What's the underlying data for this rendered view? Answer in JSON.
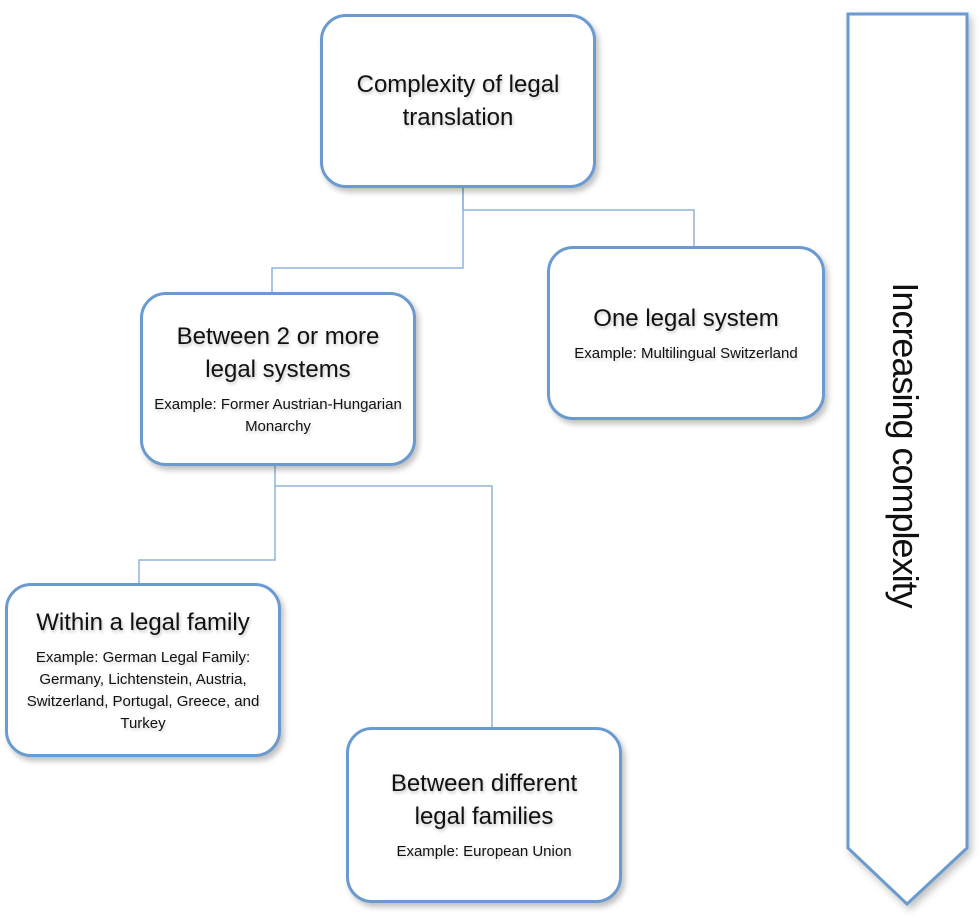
{
  "diagram": {
    "root": {
      "title": "Complexity of legal translation"
    },
    "one_system": {
      "title": "One legal system",
      "example": "Example: Multilingual Switzerland"
    },
    "multi_system": {
      "title": "Between 2 or more legal systems",
      "example": "Example: Former Austrian-Hungarian Monarchy"
    },
    "within_family": {
      "title": "Within a legal family",
      "example": "Example: German Legal Family: Germany, Lichtenstein, Austria, Switzerland, Portugal, Greece, and Turkey"
    },
    "different_families": {
      "title": "Between different legal families",
      "example": "Example: European Union"
    },
    "arrow": {
      "label": "Increasing complexity",
      "direction": "down"
    },
    "colors": {
      "border": "#6a9ad0",
      "connector": "#8fb3d9",
      "text": "#111111"
    }
  }
}
